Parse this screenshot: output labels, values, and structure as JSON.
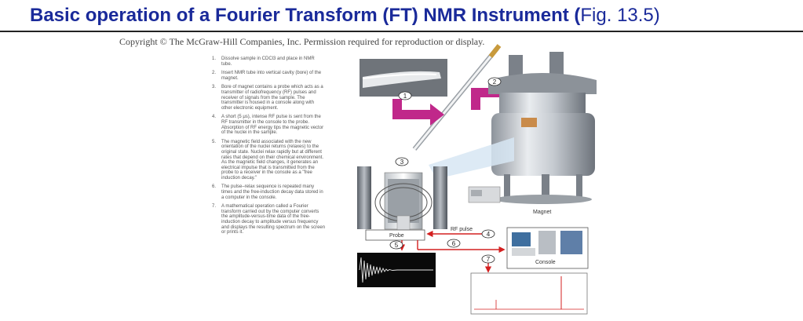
{
  "slide": {
    "title_main": "Basic operation of a Fourier Transform (FT) NMR Instrument (",
    "title_ref": "Fig. 13.5)",
    "copyright": "Copyright © The McGraw-Hill Companies, Inc. Permission required for reproduction or display."
  },
  "steps": [
    {
      "num": "1.",
      "text": "Dissolve sample in CDCl3 and place in NMR tube."
    },
    {
      "num": "2.",
      "text": "Insert NMR tube into vertical cavity (bore) of the magnet."
    },
    {
      "num": "3.",
      "text": "Bore of magnet contains a probe which acts as a transmitter of radiofrequency (RF) pulses and receiver of signals from the sample. The transmitter is housed in a console along with other electronic equipment."
    },
    {
      "num": "4.",
      "text": "A short (5 μs), intense RF pulse is sent from the RF transmitter in the console to the probe. Absorption of RF energy tips the magnetic vector of the nuclei in the sample."
    },
    {
      "num": "5.",
      "text": "The magnetic field associated with the new orientation of the nuclei returns (relaxes) to the original state. Nuclei relax rapidly but at different rates that depend on their chemical environment. As the magnetic field changes, it generates an electrical impulse that is transmitted from the probe to a receiver in the console as a \"free induction decay.\""
    },
    {
      "num": "6.",
      "text": "The pulse–relax sequence is repeated many times and the free-induction decay data stored in a computer in the console."
    },
    {
      "num": "7.",
      "text": "A mathematical operation called a Fourier transform carried out by the computer converts the amplitude-versus-time data of the free-induction decay to amplitude versus frequency and displays the resulting spectrum on the screen or prints it."
    }
  ],
  "figure": {
    "labels": {
      "magnet": "Magnet",
      "probe": "Probe",
      "rf_pulse": "RF pulse",
      "console": "Console"
    },
    "markers": [
      "1",
      "2",
      "3",
      "4",
      "5",
      "6",
      "7"
    ],
    "colors": {
      "arrow_magenta": "#c0288a",
      "signal_red": "#d42020",
      "title_blue": "#1a2a9a"
    }
  }
}
